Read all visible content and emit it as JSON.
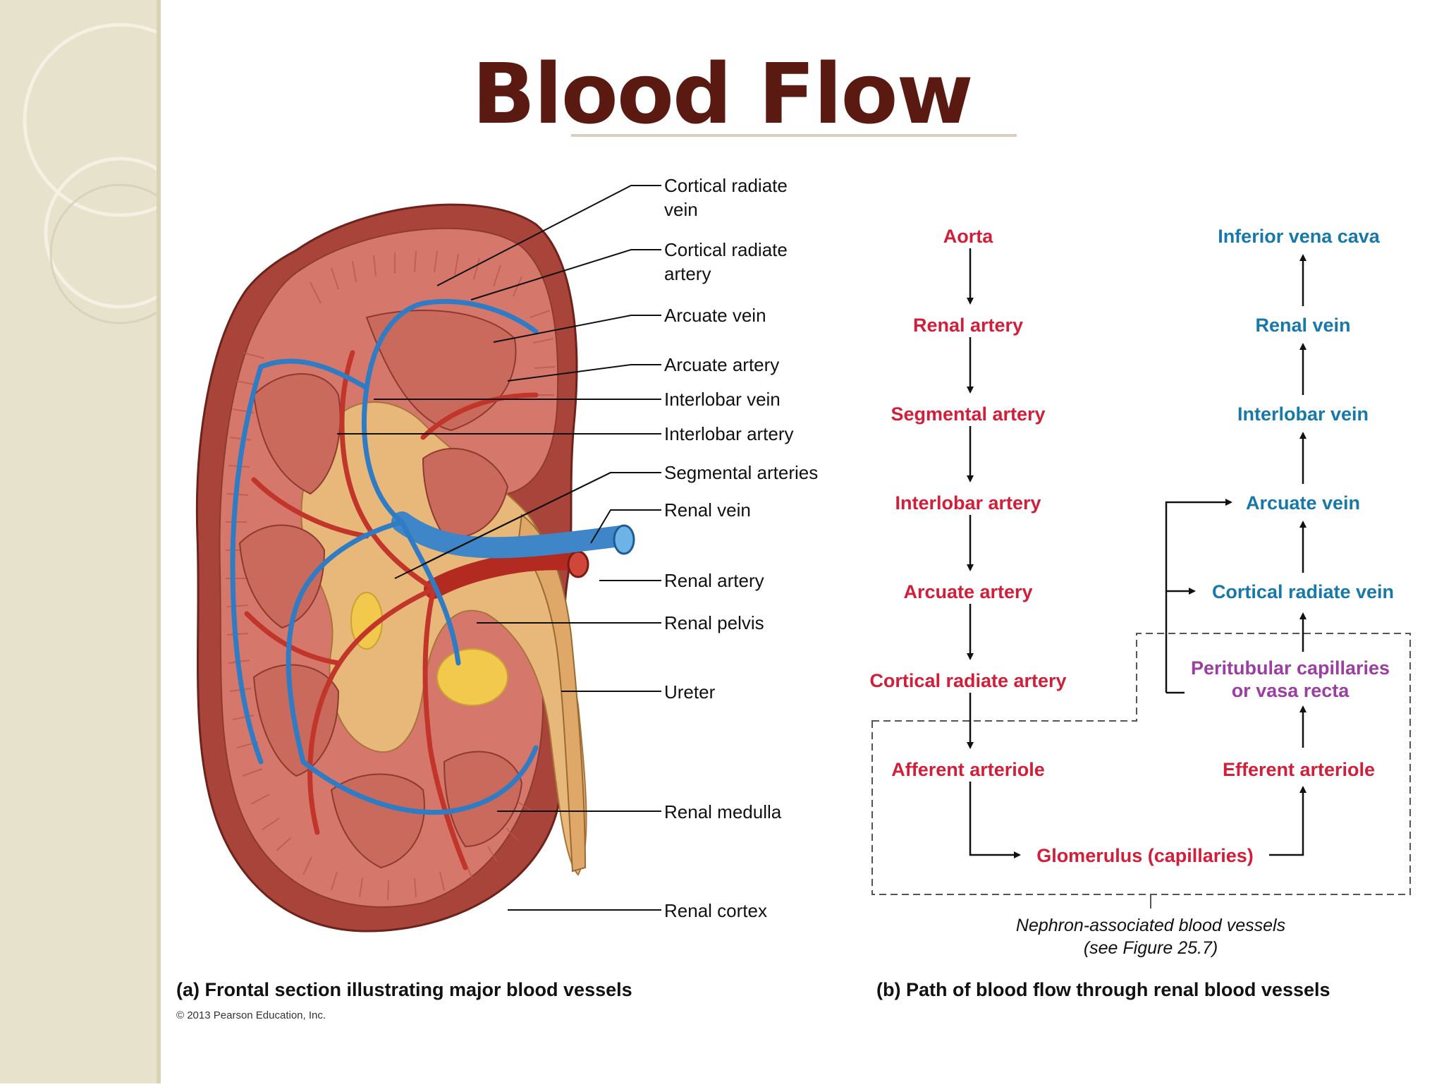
{
  "slide": {
    "title": "Blood Flow"
  },
  "panel_a": {
    "caption": "(a) Frontal section illustrating major blood vessels",
    "copyright": "© 2013 Pearson Education, Inc.",
    "labels": [
      [
        "Cortical radiate",
        "vein"
      ],
      [
        "Cortical radiate",
        "artery"
      ],
      [
        "Arcuate vein"
      ],
      [
        "Arcuate artery"
      ],
      [
        "Interlobar vein"
      ],
      [
        "Interlobar artery"
      ],
      [
        "Segmental arteries"
      ],
      [
        "Renal vein"
      ],
      [
        "Renal artery"
      ],
      [
        "Renal pelvis"
      ],
      [
        "Ureter"
      ],
      [
        "Renal medulla"
      ],
      [
        "Renal cortex"
      ]
    ]
  },
  "panel_b": {
    "caption": "(b) Path of blood flow through renal blood vessels",
    "arterial_path": [
      "Aorta",
      "Renal artery",
      "Segmental artery",
      "Interlobar artery",
      "Arcuate artery",
      "Cortical radiate artery",
      "Afferent arteriole"
    ],
    "glomerulus": "Glomerulus (capillaries)",
    "efferent": "Efferent arteriole",
    "peritubular": [
      "Peritubular capillaries",
      "or vasa recta"
    ],
    "venous_path": [
      "Cortical radiate vein",
      "Arcuate vein",
      "Interlobar vein",
      "Renal vein",
      "Inferior vena cava"
    ],
    "nephron_note": [
      "Nephron-associated blood vessels",
      "(see Figure 25.7)"
    ]
  },
  "colors": {
    "arterial": "#d11f3a",
    "venous": "#1878a8",
    "capillary": "#9a3ea0",
    "title": "#5a1a12"
  }
}
